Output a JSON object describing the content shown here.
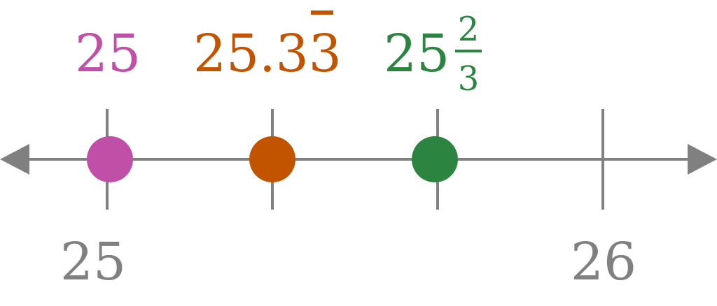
{
  "number_line": {
    "min_value": 25,
    "max_value": 26,
    "tick_values": [
      25,
      25.333333,
      25.666667,
      26
    ],
    "axis_labels": {
      "left": "25",
      "right": "26"
    },
    "line_color": "#808080",
    "points": [
      {
        "value": 25,
        "label": "25",
        "color": "#c04fa8"
      },
      {
        "value": 25.333333,
        "label_whole": "25.3",
        "label_repeating_digit": "3",
        "color": "#c25400"
      },
      {
        "value": 25.666667,
        "label_whole": "25",
        "label_numerator": "2",
        "label_denominator": "3",
        "color": "#2b8540"
      }
    ]
  }
}
